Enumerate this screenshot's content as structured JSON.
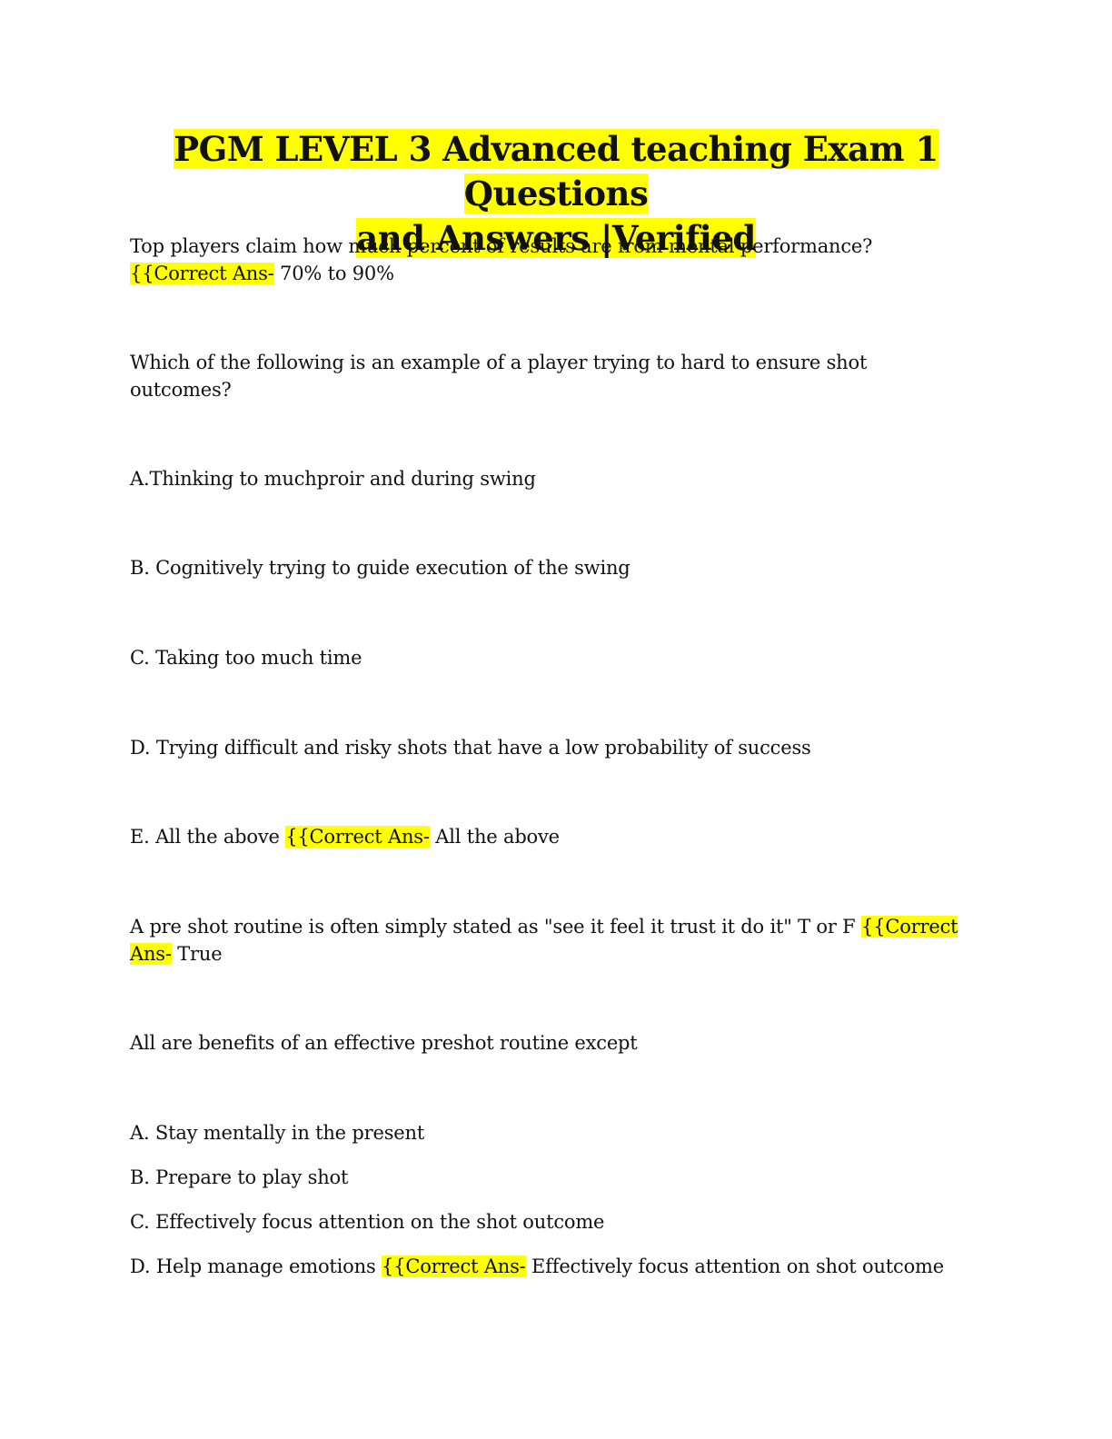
{
  "title": {
    "line1": "PGM LEVEL 3 Advanced teaching Exam 1 Questions",
    "line2": "and Answers |Verified"
  },
  "answer_prefix": "{{Correct Ans-",
  "q1": {
    "question": "Top players claim how much percent of results are from mental performance?",
    "answer": " 70% to 90%"
  },
  "q2": {
    "question_line1": "Which of the following is an example of a player trying to hard to ensure shot",
    "question_line2": "outcomes?",
    "option_a": "A.Thinking to muchproir and during swing",
    "option_b": "B. Cognitively trying to guide execution of the swing",
    "option_c": "C. Taking too much time",
    "option_d": "D. Trying difficult and risky shots that have a low probability of success",
    "option_e": "E. All the above ",
    "answer": " All the above"
  },
  "q3": {
    "question": "A pre shot routine is often simply stated as \"see it feel it trust it do it\" T or F ",
    "answer_label_part1": "{{Correct",
    "answer_label_part2": "Ans-",
    "answer": " True"
  },
  "q4": {
    "question": "All are benefits of an effective preshot routine except",
    "option_a": "A. Stay mentally in the present",
    "option_b": "B. Prepare to play shot",
    "option_c": "C. Effectively focus attention on the shot outcome",
    "option_d": "D. Help manage emotions ",
    "answer": " Effectively focus attention on shot outcome"
  },
  "colors": {
    "highlight": "#ffff00",
    "text": "#111111",
    "background": "#ffffff"
  }
}
